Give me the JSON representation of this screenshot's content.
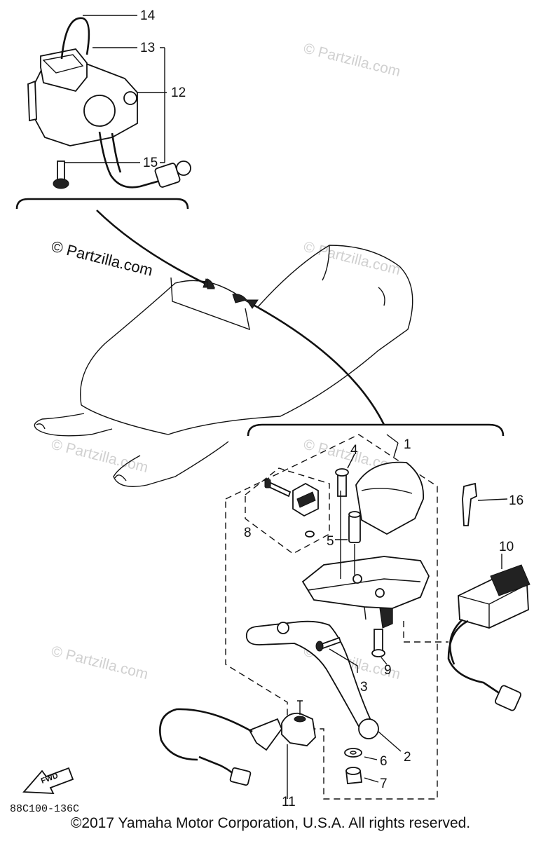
{
  "callouts": {
    "c1": "1",
    "c2": "2",
    "c3": "3",
    "c4": "4",
    "c5": "5",
    "c6": "6",
    "c7": "7",
    "c8": "8",
    "c9": "9",
    "c10": "10",
    "c11": "11",
    "c12": "12",
    "c13": "13",
    "c14": "14",
    "c15": "15",
    "c16": "16"
  },
  "diagram_code": "88C100-136C",
  "fwd_label": "FWD",
  "watermarks": {
    "dark": "© Partzilla.com",
    "light": "© Partzilla.com"
  },
  "copyright": "©2017  Yamaha Motor Corporation, U.S.A. All rights reserved."
}
